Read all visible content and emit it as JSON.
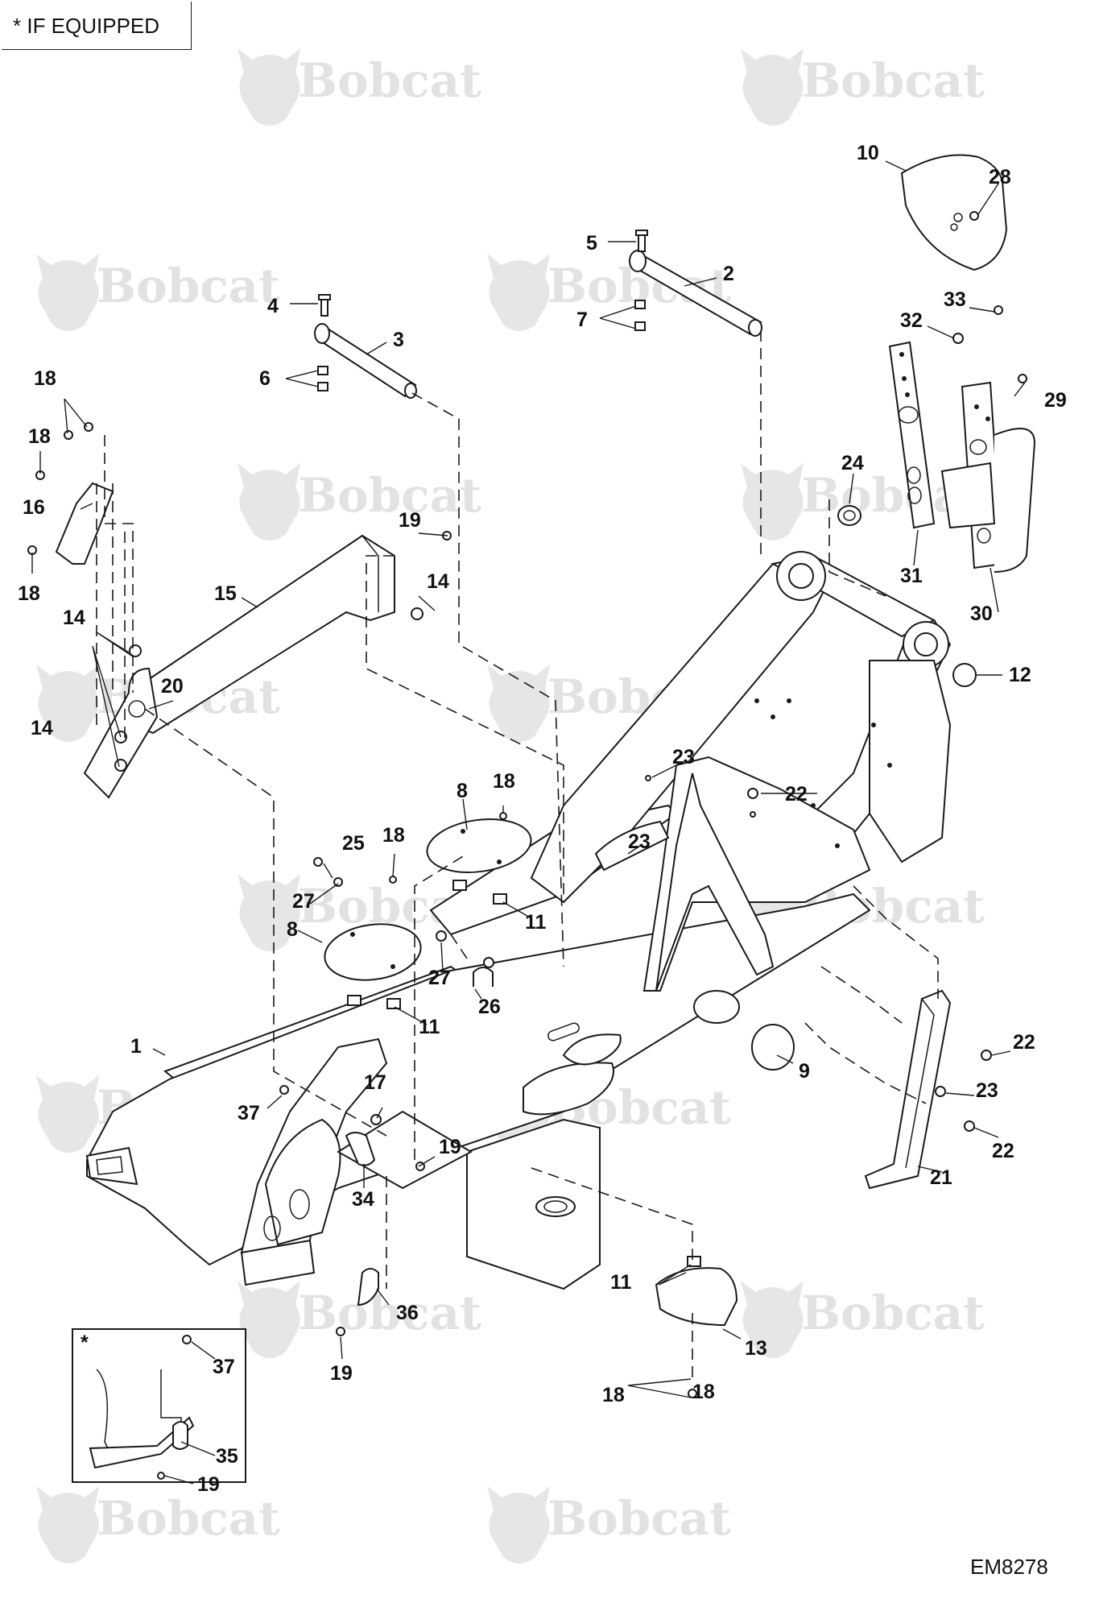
{
  "note": "* IF EQUIPPED",
  "inset_marker": "*",
  "drawing_code": "EM8278",
  "watermark": "Bobcat",
  "callouts": [
    {
      "label": "1"
    },
    {
      "label": "2"
    },
    {
      "label": "3"
    },
    {
      "label": "4"
    },
    {
      "label": "5"
    },
    {
      "label": "6"
    },
    {
      "label": "7"
    },
    {
      "label": "8"
    },
    {
      "label": "8"
    },
    {
      "label": "9"
    },
    {
      "label": "10"
    },
    {
      "label": "11"
    },
    {
      "label": "11"
    },
    {
      "label": "11"
    },
    {
      "label": "12"
    },
    {
      "label": "13"
    },
    {
      "label": "14"
    },
    {
      "label": "14"
    },
    {
      "label": "14"
    },
    {
      "label": "15"
    },
    {
      "label": "16"
    },
    {
      "label": "17"
    },
    {
      "label": "18"
    },
    {
      "label": "18"
    },
    {
      "label": "18"
    },
    {
      "label": "18"
    },
    {
      "label": "18"
    },
    {
      "label": "18"
    },
    {
      "label": "18"
    },
    {
      "label": "19"
    },
    {
      "label": "19"
    },
    {
      "label": "19"
    },
    {
      "label": "19"
    },
    {
      "label": "20"
    },
    {
      "label": "21"
    },
    {
      "label": "22"
    },
    {
      "label": "22"
    },
    {
      "label": "22"
    },
    {
      "label": "23"
    },
    {
      "label": "23"
    },
    {
      "label": "23"
    },
    {
      "label": "24"
    },
    {
      "label": "25"
    },
    {
      "label": "26"
    },
    {
      "label": "27"
    },
    {
      "label": "27"
    },
    {
      "label": "28"
    },
    {
      "label": "29"
    },
    {
      "label": "30"
    },
    {
      "label": "31"
    },
    {
      "label": "32"
    },
    {
      "label": "33"
    },
    {
      "label": "34"
    },
    {
      "label": "35"
    },
    {
      "label": "36"
    },
    {
      "label": "37"
    },
    {
      "label": "37"
    }
  ]
}
